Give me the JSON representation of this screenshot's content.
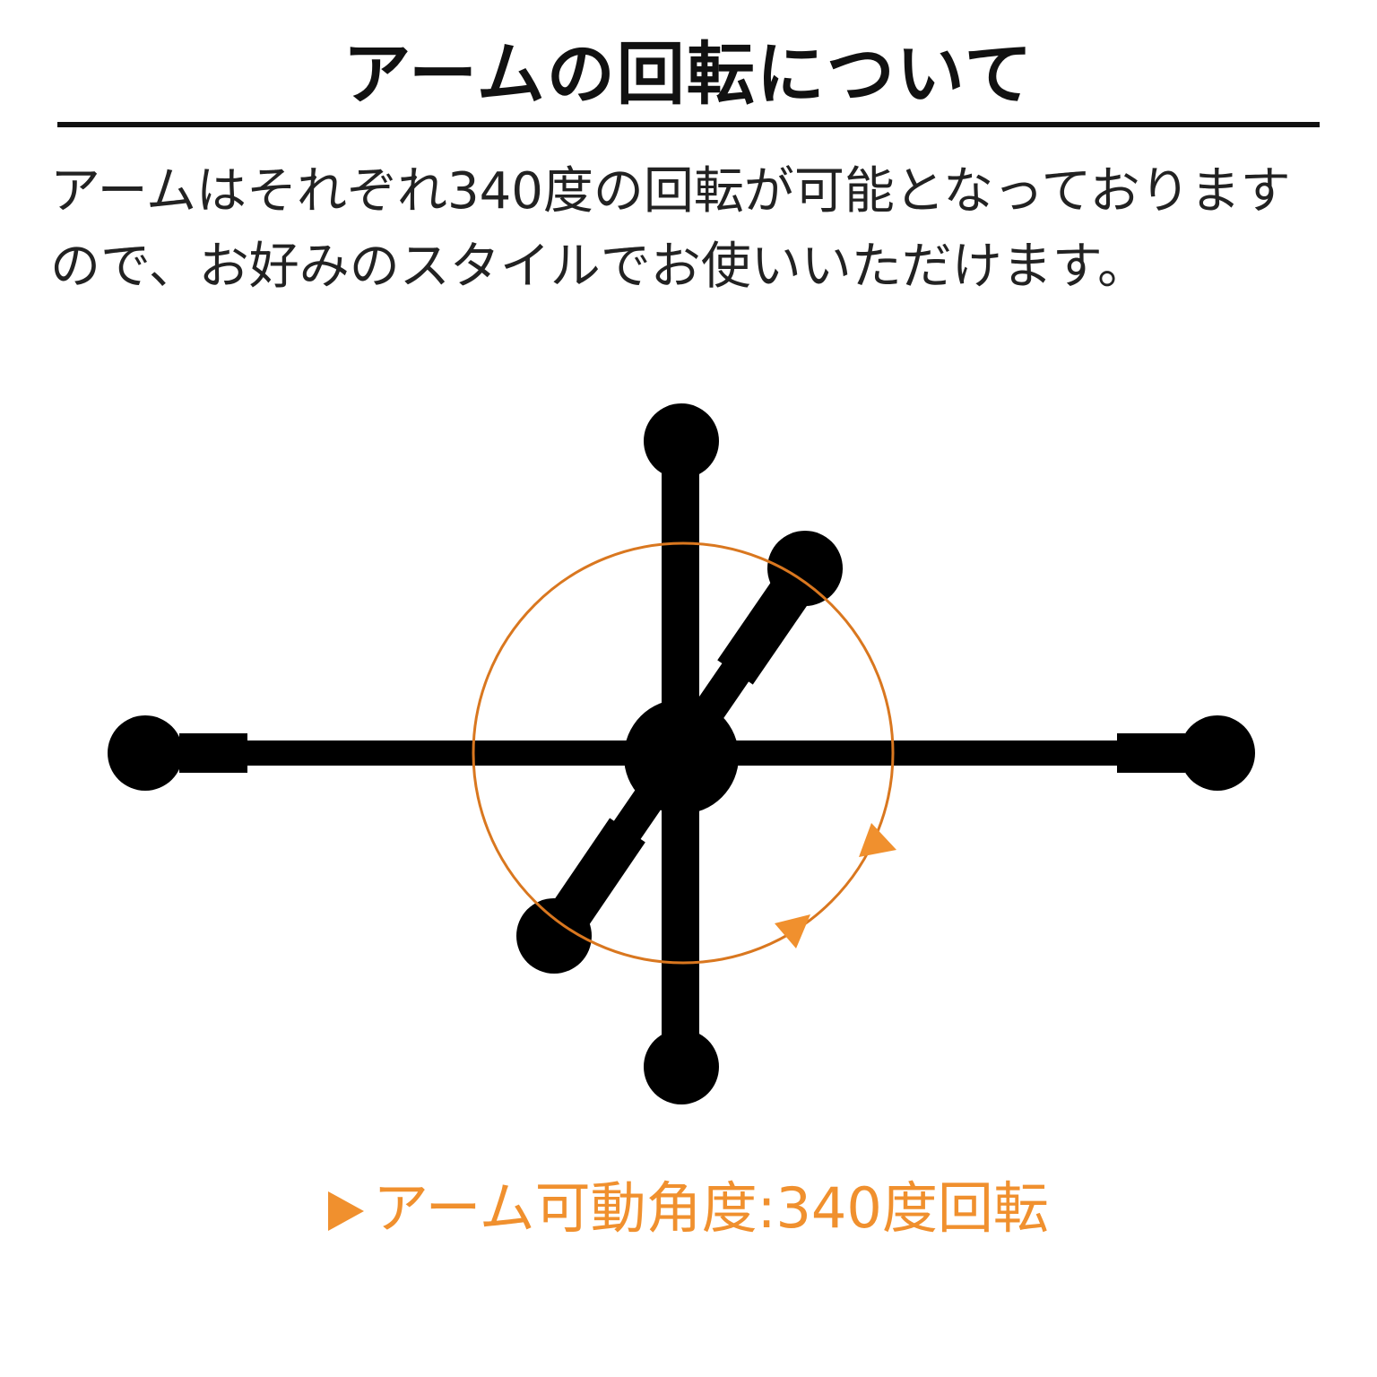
{
  "title": "アームの回転について",
  "description": {
    "line1": "アームはそれぞれ340度の回転が可能となっております",
    "line2": "ので、お好みのスタイルでお使いいただけます。"
  },
  "caption": {
    "text": "アーム可動角度:340度回転"
  },
  "diagram": {
    "rotation_degrees": 340,
    "arm_color": "#000000",
    "arc_color": "#d9771f",
    "arrow_color": "#f0902e"
  },
  "colors": {
    "accent": "#f0902e",
    "text": "#222222",
    "background": "#ffffff"
  }
}
